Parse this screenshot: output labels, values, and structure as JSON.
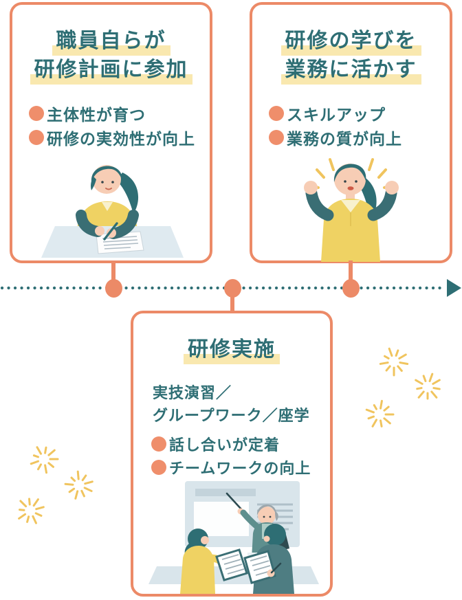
{
  "palette": {
    "card_border": "#EC8A67",
    "title_text": "#2E6E74",
    "title_highlight": "#F9E8AF",
    "bullet_dot": "#EF8E6B",
    "timeline_line": "#2E6E74",
    "timeline_node": "#EC8A67",
    "sparkle": "#F0C45E",
    "background": "#FFFFFF"
  },
  "timeline": {
    "direction": "left-to-right",
    "style": "dotted-with-arrowhead",
    "node_count": 3
  },
  "cards": {
    "plan": {
      "title_lines": [
        "職員自らが",
        "研修計画に参加"
      ],
      "bullets": [
        "主体性が育つ",
        "研修の実効性が向上"
      ],
      "illustration": "woman-writing-at-desk"
    },
    "apply": {
      "title_lines": [
        "研修の学びを",
        "業務に活かす"
      ],
      "bullets": [
        "スキルアップ",
        "業務の質が向上"
      ],
      "illustration": "woman-cheering"
    },
    "implement": {
      "title": "研修実施",
      "body_lines": [
        "実技演習／",
        "グループワーク／座学"
      ],
      "bullets": [
        "話し合いが定着",
        "チームワークの向上"
      ],
      "illustration": "training-session-group"
    }
  }
}
